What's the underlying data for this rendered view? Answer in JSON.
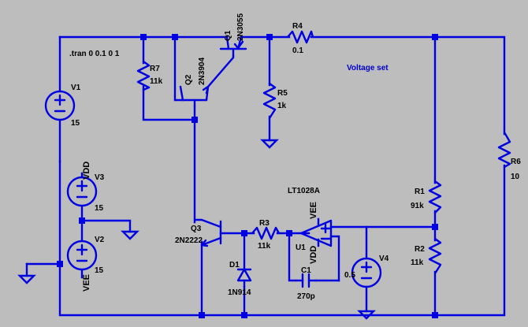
{
  "directive": ".tran 0 0.1 0 1",
  "annotation": "Voltage set",
  "opamp_model": "LT1028A",
  "opamp_pins": {
    "vee": "VEE",
    "vdd": "VDD"
  },
  "components": {
    "V1": {
      "ref": "V1",
      "value": "15"
    },
    "V2": {
      "ref": "V2",
      "value": "15",
      "label": "VEE"
    },
    "V3": {
      "ref": "V3",
      "value": "15",
      "label": "VDD"
    },
    "V4": {
      "ref": "V4",
      "value": "0.5"
    },
    "R1": {
      "ref": "R1",
      "value": "91k"
    },
    "R2": {
      "ref": "R2",
      "value": "11k"
    },
    "R3": {
      "ref": "R3",
      "value": "11k"
    },
    "R4": {
      "ref": "R4",
      "value": "0.1"
    },
    "R5": {
      "ref": "R5",
      "value": "1k"
    },
    "R6": {
      "ref": "R6",
      "value": "10"
    },
    "R7": {
      "ref": "R7",
      "value": "11k"
    },
    "Q1": {
      "ref": "Q1",
      "value": "2N3055"
    },
    "Q2": {
      "ref": "Q2",
      "value": "2N3904"
    },
    "Q3": {
      "ref": "Q3",
      "value": "2N2222"
    },
    "D1": {
      "ref": "D1",
      "value": "1N914"
    },
    "C1": {
      "ref": "C1",
      "value": "270p"
    },
    "U1": {
      "ref": "U1"
    }
  }
}
